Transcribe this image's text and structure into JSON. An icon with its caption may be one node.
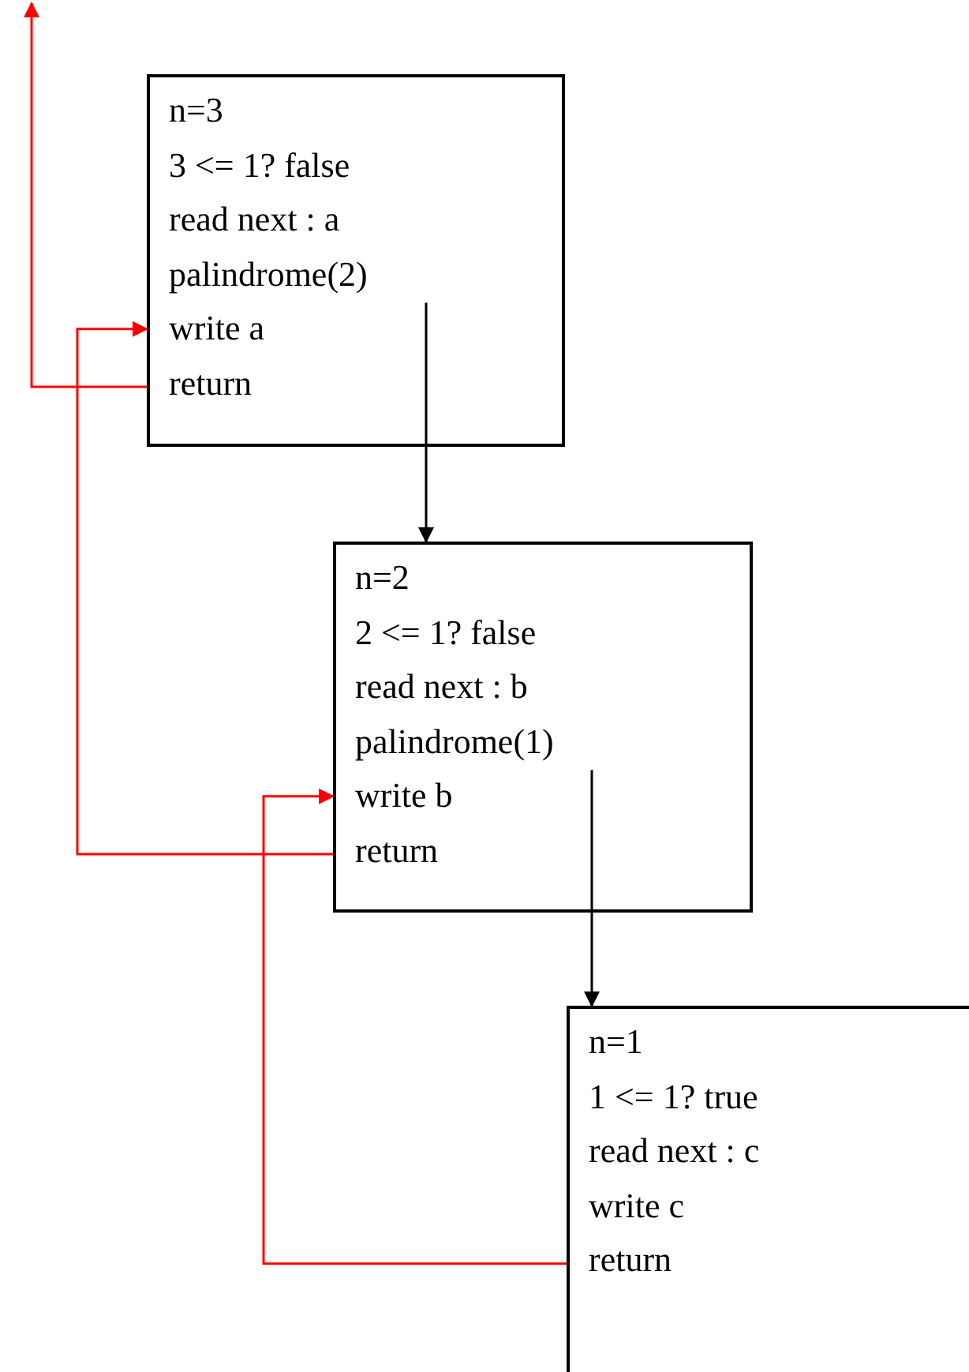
{
  "diagram": {
    "nodes": [
      {
        "text": [],
        "shape": "box"
      },
      {
        "text": [
          "n=3"
        ],
        "in": 0
      },
      {
        "text": [
          "3 <= 1? false"
        ],
        "in": 0
      },
      {
        "text": [
          "read next : a"
        ],
        "in": 0
      },
      {
        "text": [
          "palindrome(2)"
        ],
        "in": 0
      },
      {
        "text": [
          "write a"
        ],
        "in": 0
      },
      {
        "text": [
          "return"
        ],
        "in": 0
      },
      {
        "text": [],
        "shape": "box"
      },
      {
        "text": [
          "n=2"
        ],
        "in": 7
      },
      {
        "text": [
          "2 <= 1? false"
        ],
        "in": 7
      },
      {
        "text": [
          "read next : b"
        ],
        "in": 7
      },
      {
        "text": [
          "palindrome(1)"
        ],
        "in": 7
      },
      {
        "text": [
          "write b"
        ],
        "in": 7
      },
      {
        "text": [
          "return"
        ],
        "in": 7
      },
      {
        "text": [],
        "shape": "box"
      },
      {
        "text": [
          "n=1"
        ],
        "in": 14
      },
      {
        "text": [
          "1 <= 1? true"
        ],
        "in": 14
      },
      {
        "text": [
          "read next : c"
        ],
        "in": 14
      },
      {
        "text": [
          "write c"
        ],
        "in": 14
      },
      {
        "text": [
          "return"
        ],
        "in": 14
      }
    ],
    "edges": [
      {
        "from": 4,
        "to": 7,
        "arrow": "to",
        "color": "#000000"
      },
      {
        "from": 13,
        "to": 5,
        "arrow": "to"
      },
      {
        "from": 6,
        "to": null,
        "arrow": "to"
      },
      {
        "from": 11,
        "to": 14,
        "arrow": "to",
        "color": "#000000"
      },
      {
        "from": 19,
        "to": 12,
        "arrow": "to"
      }
    ]
  }
}
